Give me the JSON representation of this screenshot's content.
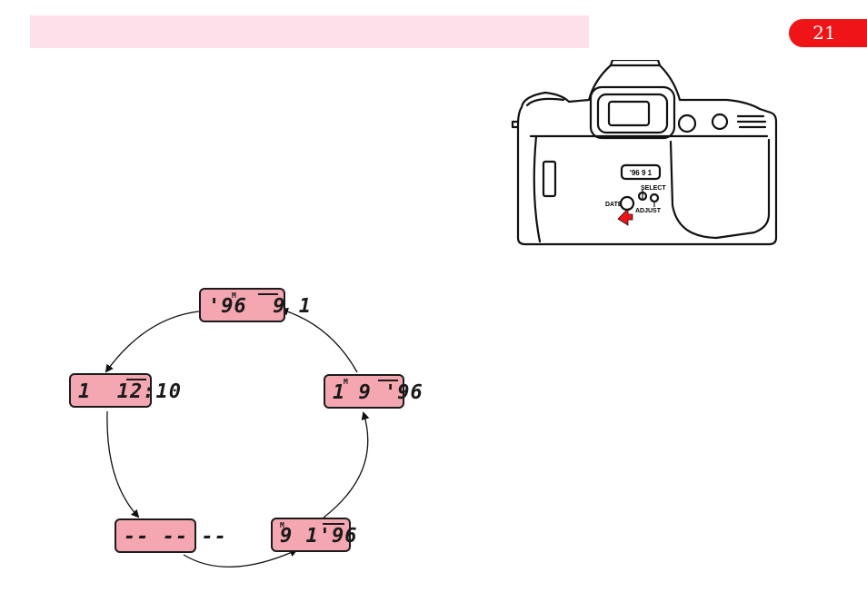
{
  "header": {
    "page_number": "21"
  },
  "camera": {
    "select_label": "SELECT",
    "date_label": "DATE",
    "adjust_label": "ADJUST",
    "window_text": "'96 9 1",
    "accent_color": "#ef1418"
  },
  "cycle": {
    "lcd_color": "#f4a6b1",
    "displays": [
      {
        "id": "top",
        "text": "'96  9 1",
        "marker": "M"
      },
      {
        "id": "left",
        "text": "1  12:10",
        "marker": ""
      },
      {
        "id": "right",
        "text": "1 9 '96",
        "marker": "M"
      },
      {
        "id": "bottom-left",
        "text": "-- -- --",
        "marker": ""
      },
      {
        "id": "bottom-right",
        "text": "9 1'96",
        "marker": "M"
      }
    ]
  }
}
